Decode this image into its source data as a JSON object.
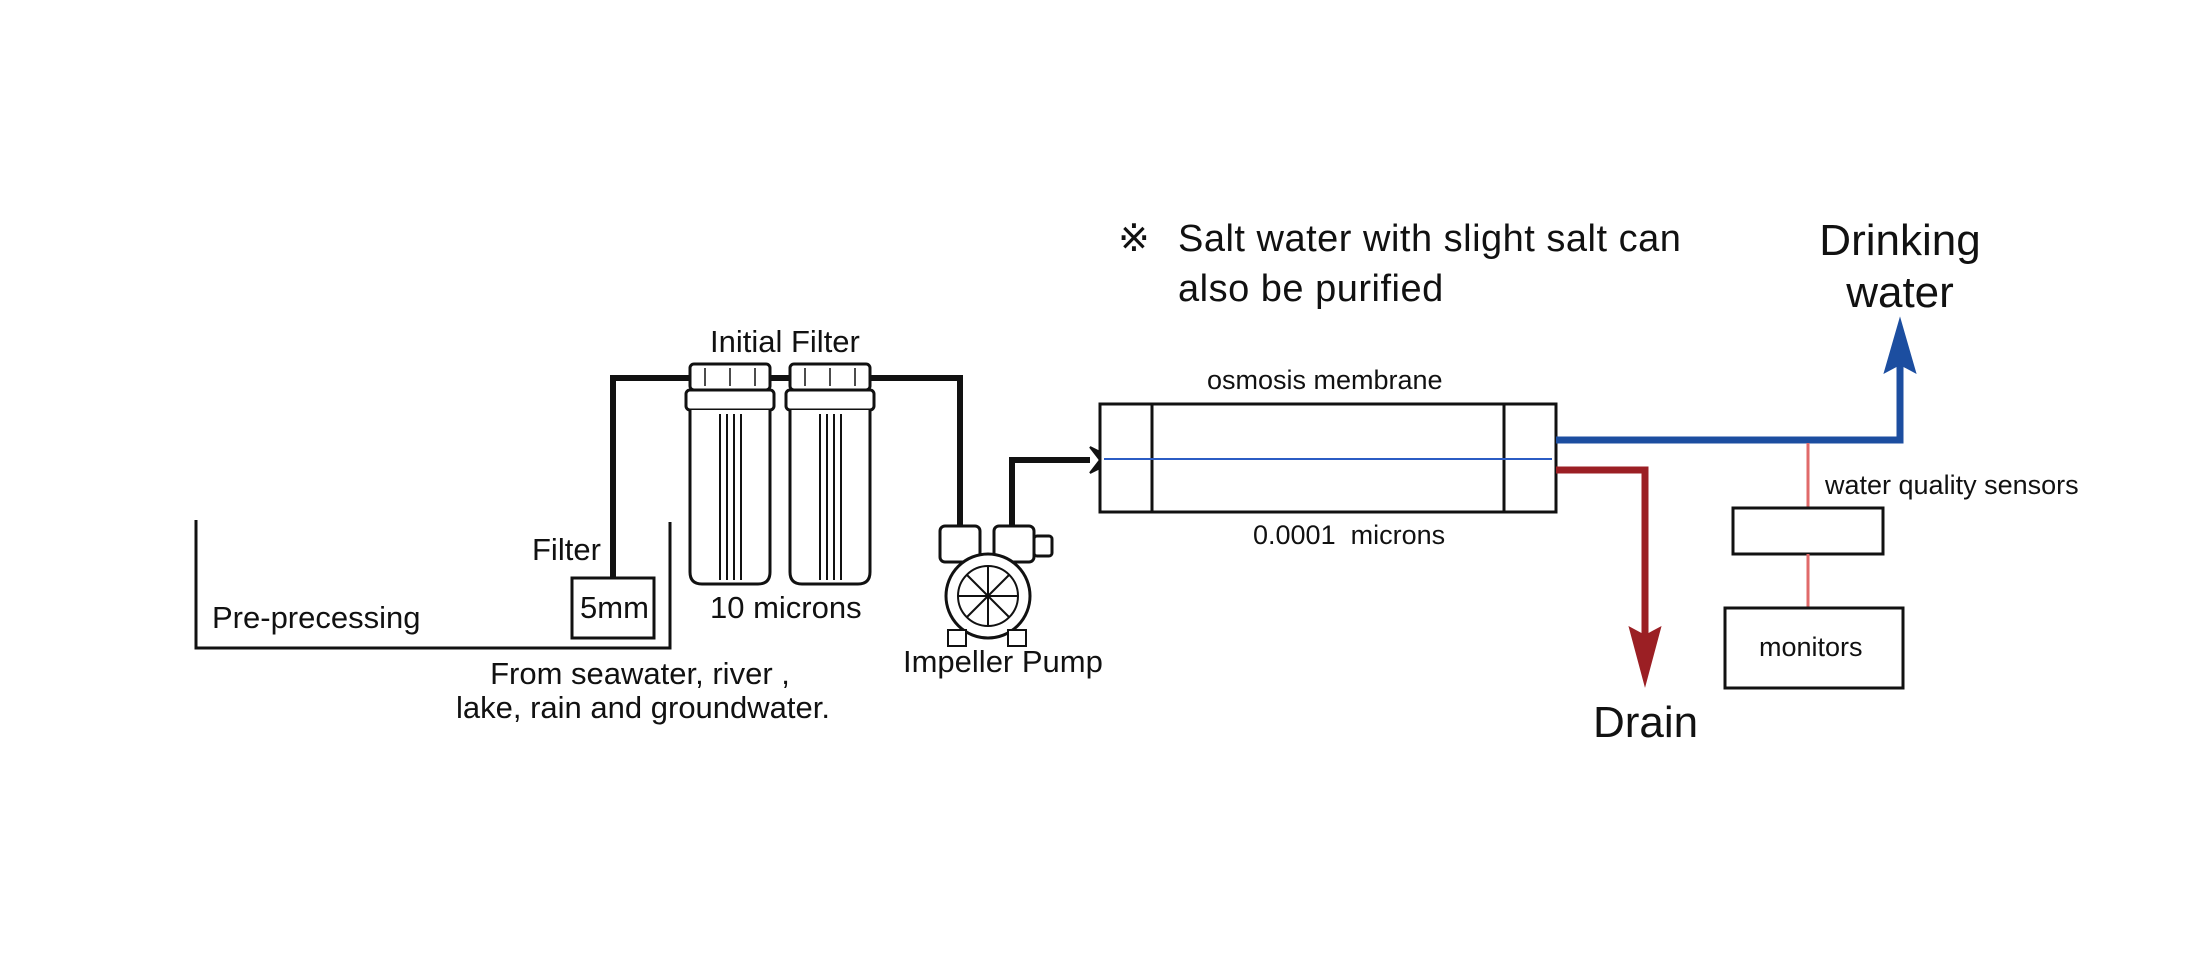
{
  "note": {
    "symbol": "※",
    "line1": "Salt water with slight salt can",
    "line2": "also be purified"
  },
  "labels": {
    "pre_processing": "Pre-precessing",
    "filter": "Filter",
    "filter_size": "5mm",
    "source_line1": "From seawater, river ,",
    "source_line2": "lake, rain and groundwater.",
    "initial_filter": "Initial Filter",
    "initial_filter_size": "10 microns",
    "pump": "Impeller Pump",
    "membrane": "osmosis membrane",
    "membrane_size": "0.0001  microns",
    "drinking_line1": "Drinking",
    "drinking_line2": "water",
    "drain": "Drain",
    "sensors": "water quality sensors",
    "monitors": "monitors"
  },
  "colors": {
    "pipe": "#111111",
    "drinking_pipe": "#1c4ea0",
    "drain_pipe": "#9b1f24",
    "sensor_line": "#e06a6a",
    "membrane_axis": "#2b5cc4"
  }
}
